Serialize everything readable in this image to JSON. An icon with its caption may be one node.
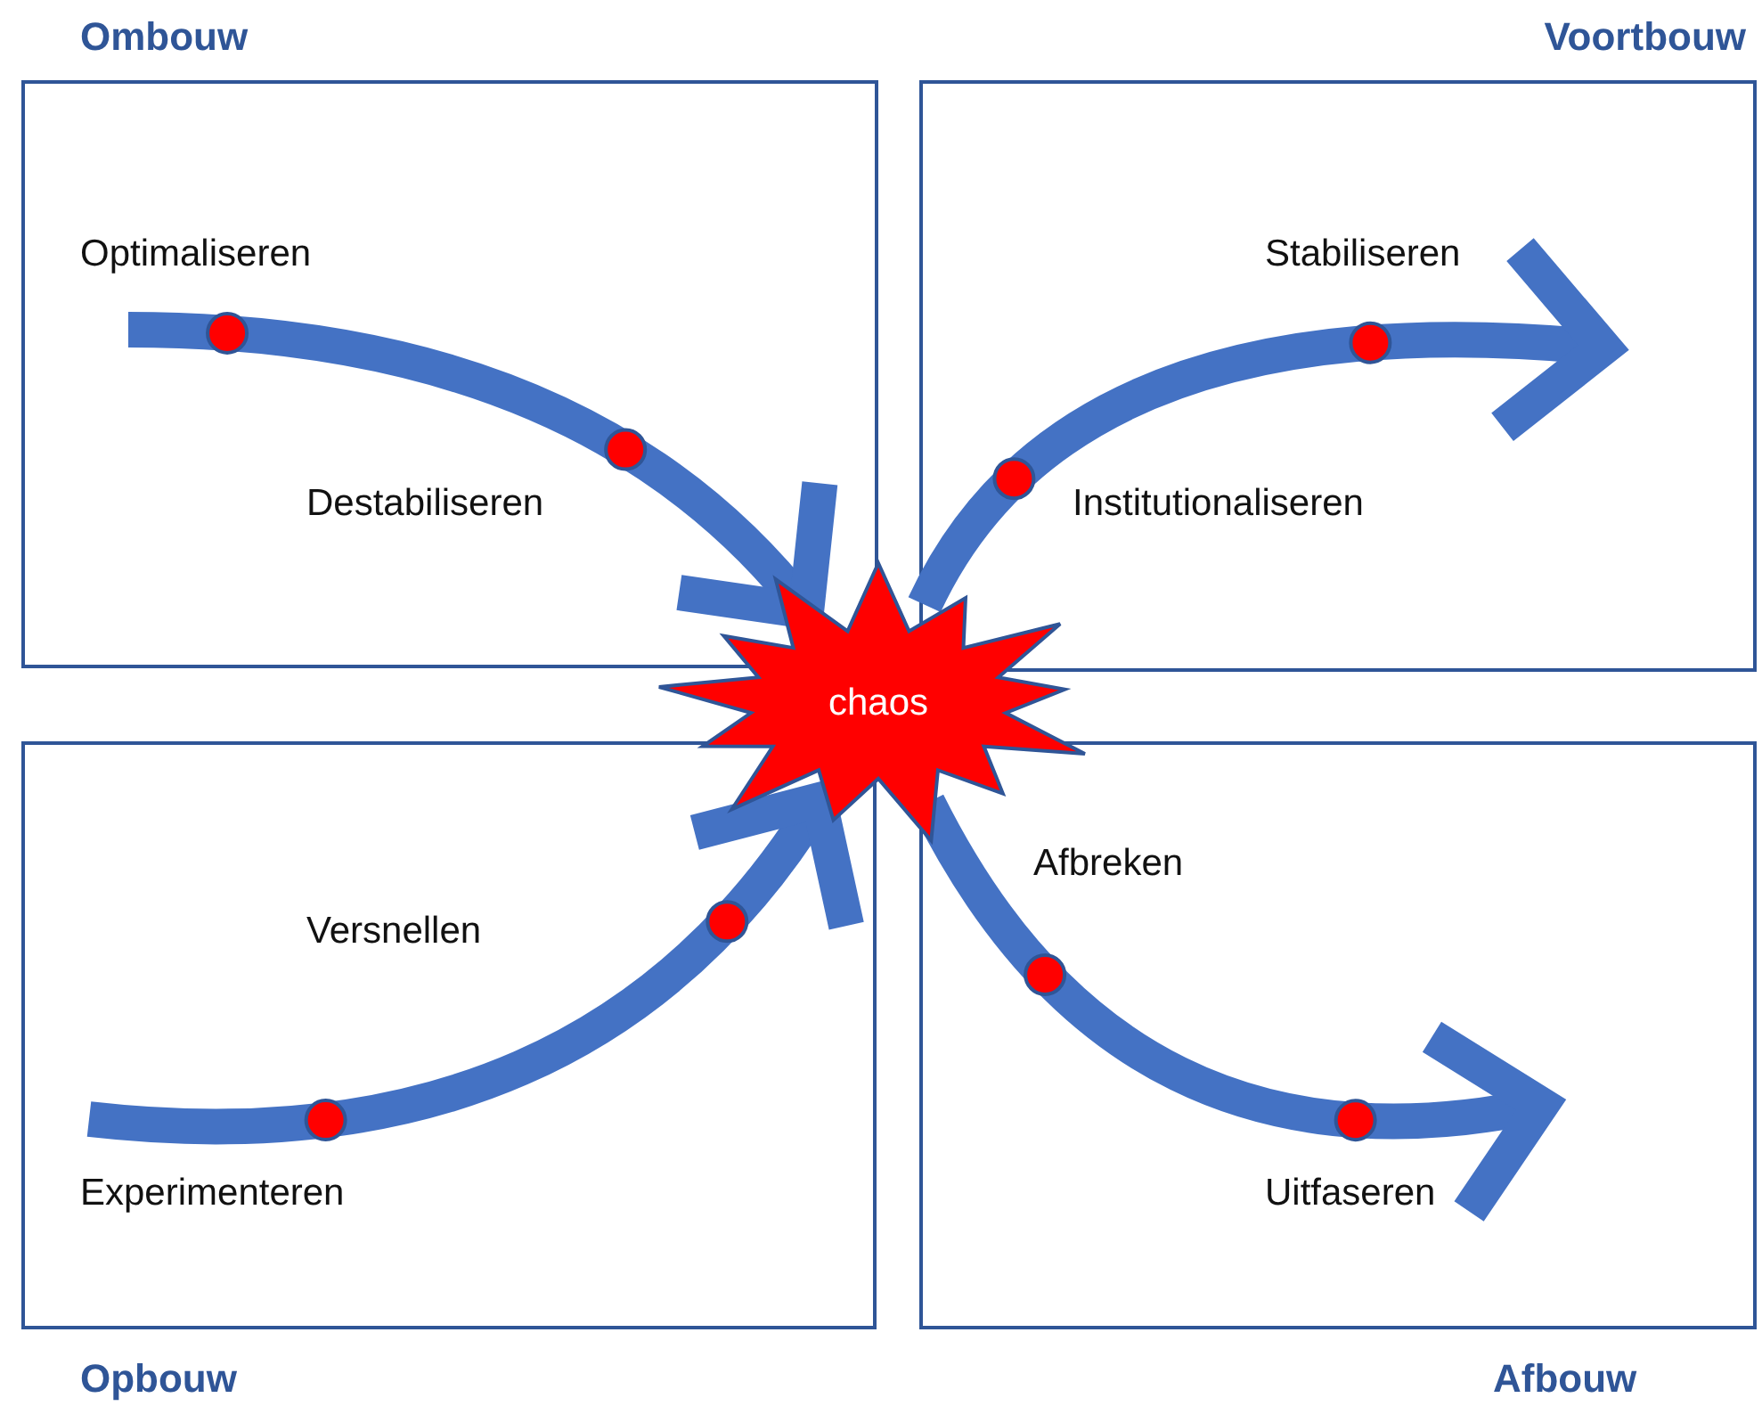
{
  "diagram": {
    "nodes": [
      {
        "text": [
          "Ombouw"
        ]
      },
      {
        "text": [
          "Voortbouw"
        ]
      },
      {
        "text": [
          "Opbouw"
        ]
      },
      {
        "text": [
          "Afbouw"
        ]
      },
      {
        "text": [
          "chaos"
        ]
      }
    ],
    "edges": [
      {
        "from": 0,
        "to": 4,
        "arrow": "to"
      },
      {
        "from": 4,
        "to": 1,
        "arrow": "to"
      },
      {
        "from": 2,
        "to": 4,
        "arrow": "to"
      },
      {
        "from": 4,
        "to": 3,
        "arrow": "to"
      }
    ],
    "labels": [
      "Optimaliseren",
      "Stabiliseren",
      "Destabiliseren",
      "Institutionaliseren",
      "Afbreken",
      "Versnellen",
      "Experimenteren",
      "Uitfaseren"
    ]
  }
}
